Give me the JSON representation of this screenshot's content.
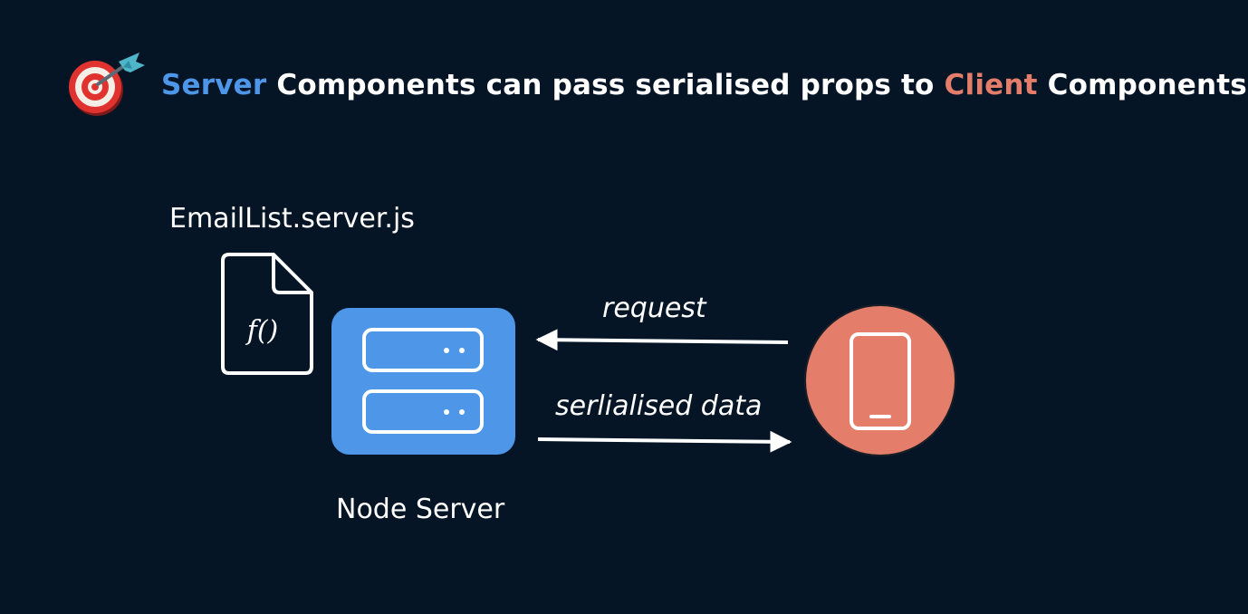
{
  "title": {
    "server": "Server",
    "middle": " Components can pass serialised props to ",
    "client": "Client",
    "end": " Components"
  },
  "file": {
    "label": "EmailList.server.js",
    "function_text": "f()"
  },
  "server_node": {
    "label": "Node Server"
  },
  "edges": {
    "request_label": "request",
    "data_label": "serlialised data"
  },
  "colors": {
    "background": "#061526",
    "server_blue": "#4d96e8",
    "client_coral": "#e47e6a",
    "white": "#ffffff"
  },
  "icons": {
    "title_icon": "dart-target-icon",
    "file_icon": "file-icon",
    "server_icon": "server-icon",
    "client_icon": "mobile-phone-icon"
  }
}
